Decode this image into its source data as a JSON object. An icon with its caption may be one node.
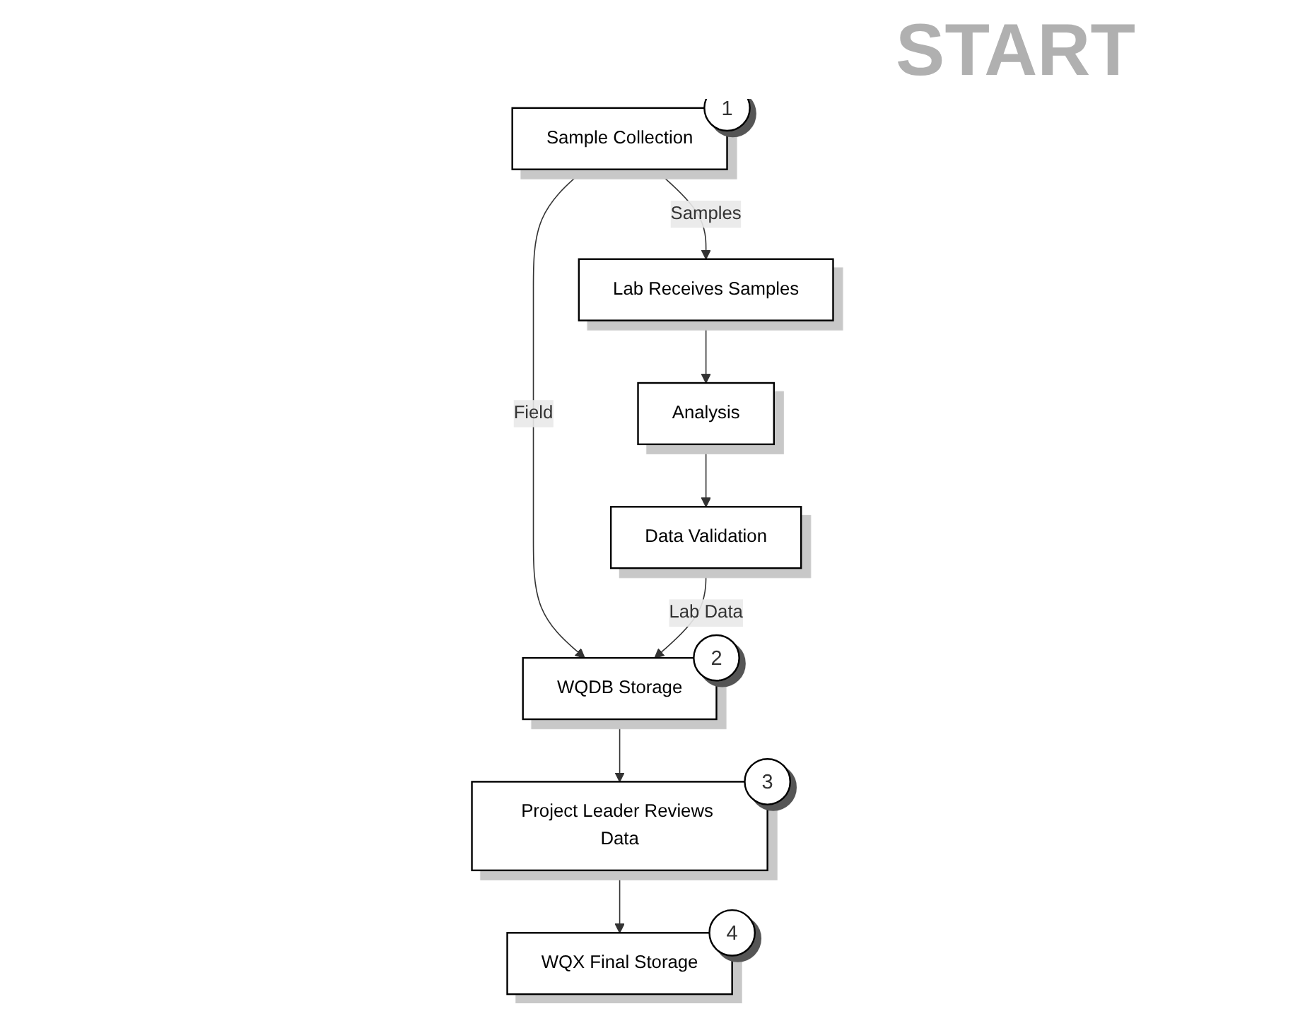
{
  "diagram": {
    "nodes": [
      {
        "text": [
          "Sample Collection"
        ],
        "beside": [
          "1"
        ]
      },
      {
        "text": [
          "Lab Receives Samples"
        ]
      },
      {
        "text": [
          "Analysis"
        ]
      },
      {
        "text": [
          "Data Validation"
        ]
      },
      {
        "text": [
          "WQDB Storage"
        ],
        "beside": [
          "2"
        ]
      },
      {
        "text": [
          "Project Leader Reviews Data"
        ],
        "beside": [
          "3"
        ]
      },
      {
        "text": [
          "WQX Final Storage"
        ],
        "beside": [
          "4"
        ]
      }
    ],
    "edges": [
      {
        "from": 0,
        "to": 1,
        "arrow": "to",
        "label": "Samples"
      },
      {
        "from": 1,
        "to": 2,
        "arrow": "to"
      },
      {
        "from": 2,
        "to": 3,
        "arrow": "to"
      },
      {
        "from": 0,
        "to": 4,
        "arrow": "to",
        "label": "Field"
      },
      {
        "from": 3,
        "to": 4,
        "arrow": "to",
        "label": "Lab Data"
      },
      {
        "from": 4,
        "to": 5,
        "arrow": "to"
      },
      {
        "from": 5,
        "to": 6,
        "arrow": "to"
      }
    ],
    "labels": [
      "START"
    ]
  }
}
